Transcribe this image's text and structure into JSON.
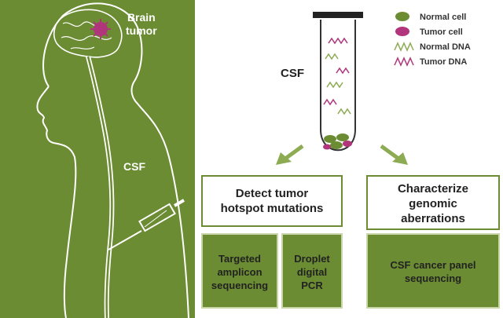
{
  "labels": {
    "brain_tumor": [
      "Brain",
      "tumor"
    ],
    "csf_body": "CSF",
    "csf_tube": "CSF"
  },
  "legend": [
    {
      "label": "Normal cell",
      "symbol": "normal-cell",
      "color": "#6b8c32"
    },
    {
      "label": "Tumor cell",
      "symbol": "tumor-cell",
      "color": "#b0357a"
    },
    {
      "label": "Normal DNA",
      "symbol": "normal-dna",
      "color": "#8cab52"
    },
    {
      "label": "Tumor DNA",
      "symbol": "tumor-dna",
      "color": "#b0357a"
    }
  ],
  "boxes": {
    "detect": [
      "Detect tumor",
      "hotspot mutations"
    ],
    "characterize": [
      "Characterize",
      "genomic",
      "aberrations"
    ],
    "targeted": [
      "Targeted",
      "amplicon",
      "sequencing"
    ],
    "droplet": [
      "Droplet",
      "digital",
      "PCR"
    ],
    "panel": [
      "CSF cancer panel",
      "sequencing"
    ]
  },
  "colors": {
    "panel_green": "#6b8c32",
    "tumor_magenta": "#b0357a",
    "arrow_green": "#8cab52"
  }
}
